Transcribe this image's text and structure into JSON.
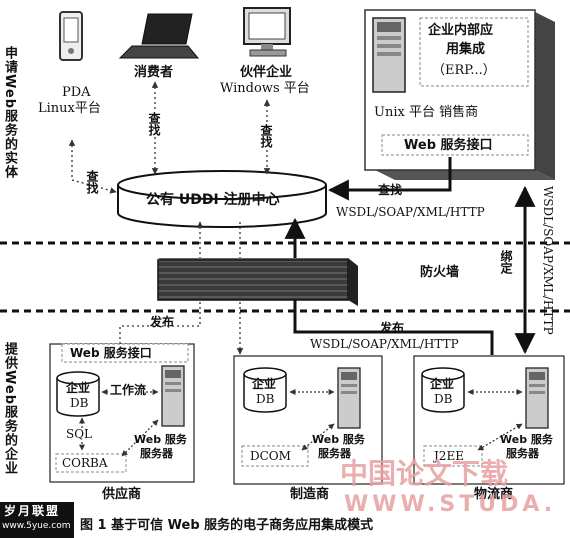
{
  "side_labels": {
    "top": "申请Web服务的实体",
    "bottom": "提供Web服务的企业"
  },
  "devices": {
    "pda": "PDA\nLinux平台",
    "pda_line1": "PDA",
    "pda_line2": "Linux平台",
    "consumer": "消费者",
    "partner_line1": "伙伴企业",
    "partner_line2": "Windows 平台"
  },
  "erp_box": {
    "title_line1": "企业内部应",
    "title_line2": "用集成",
    "title_line3": "（ERP...）",
    "platform": "Unix 平台  销售商",
    "web_interface": "Web 服务接口"
  },
  "uddi": "公有 UDDI 注册中心",
  "arrows": {
    "find_left": "查找",
    "find_consumer": "查找",
    "find_partner": "查找",
    "find_erp": "查找",
    "wsdl_top": "WSDL/SOAP/XML/HTTP",
    "wsdl_vertical": "WSDL/SOAP/XML/HTTP",
    "bind": "绑定",
    "publish_left": "发布",
    "publish_right": "发布",
    "wsdl_bottom": "WSDL/SOAP/XML/HTTP"
  },
  "firewall": "防火墙",
  "supplier": {
    "web_interface": "Web 服务接口",
    "db_line1": "企业",
    "db_line2": "DB",
    "workflow": "工作流",
    "sql": "SQL",
    "corba": "CORBA",
    "server_line1": "Web 服务",
    "server_line2": "服务器",
    "name": "供应商"
  },
  "manufacturer": {
    "db_line1": "企业",
    "db_line2": "DB",
    "dcom": "DCOM",
    "server_line1": "Web 服务",
    "server_line2": "服务器",
    "name": "制造商"
  },
  "logistics": {
    "db_line1": "企业",
    "db_line2": "DB",
    "j2ee": "J2EE",
    "server_line1": "Web 服务",
    "server_line2": "服务器",
    "name": "物流商"
  },
  "caption": "图 1   基于可信 Web 服务的电子商务应用集成模式",
  "watermark_logo_top": "岁月联盟",
  "watermark_logo_url": "www.5yue.com",
  "watermark_cn": "中国论文下载",
  "watermark_url": "WWW.STUDA."
}
